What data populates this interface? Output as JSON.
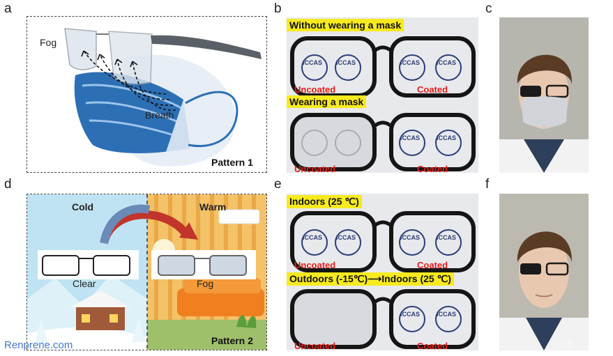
{
  "panels": {
    "a": {
      "label": "a",
      "fog": "Fog",
      "breath": "Breath",
      "pattern": "Pattern 1"
    },
    "b": {
      "label": "b",
      "top_title": "Without wearing a mask",
      "bottom_title": "Wearing a mask",
      "uncoated": "Uncoated",
      "coated": "Coated"
    },
    "c": {
      "label": "c"
    },
    "d": {
      "label": "d",
      "cold": "Cold",
      "warm": "Warm",
      "clear": "Clear",
      "fog": "Fog",
      "pattern": "Pattern 2"
    },
    "e": {
      "label": "e",
      "top_title": "Indoors (25 ℃)",
      "bottom_title": "Outdoors (-15℃)⟶Indoors (25 ℃)",
      "uncoated": "Uncoated",
      "coated": "Coated"
    },
    "f": {
      "label": "f"
    }
  },
  "logo_text": "ICCAS",
  "watermarks": {
    "left": "Renprene.com",
    "right": "贤集"
  },
  "colors": {
    "highlight_yellow": "#f7ea1e",
    "label_red": "#e0211d",
    "mask_blue": "#2c6fb5"
  }
}
